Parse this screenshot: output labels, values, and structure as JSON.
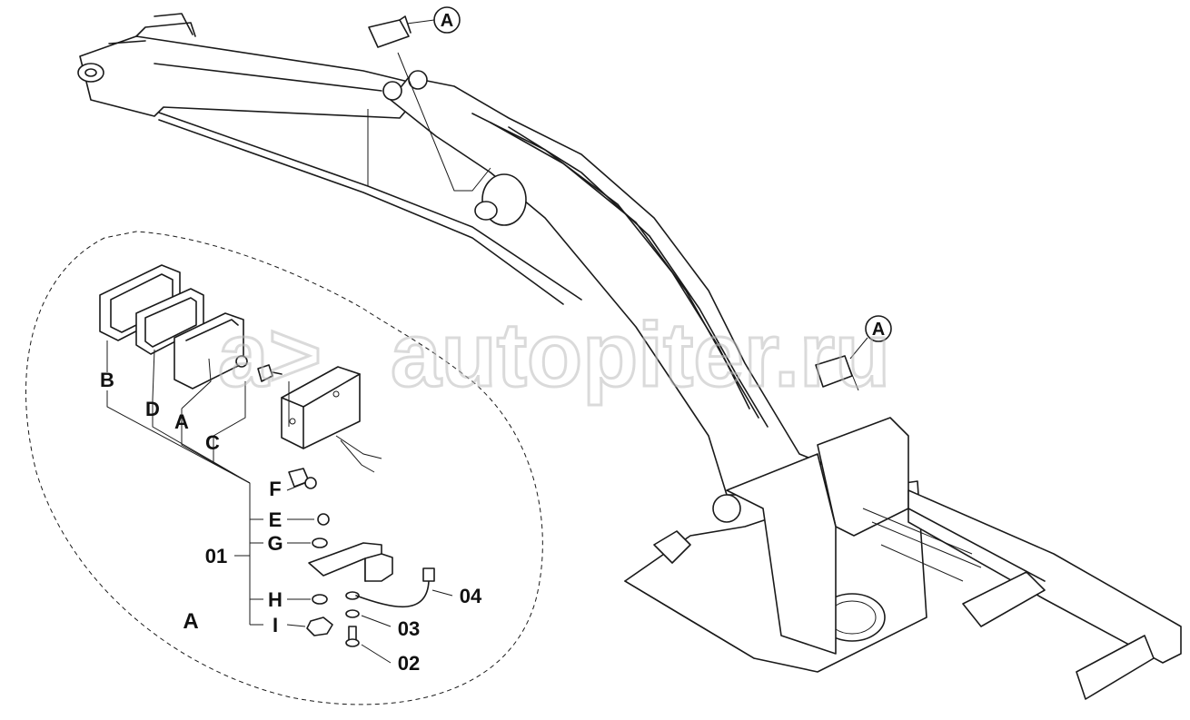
{
  "watermark": {
    "text": "autopiter.ru",
    "symbol": "a>"
  },
  "callouts": {
    "top": "A",
    "right": "A"
  },
  "detail": {
    "title": "A",
    "labels": {
      "B": "B",
      "D": "D",
      "A": "A",
      "C": "C",
      "F": "F",
      "E": "E",
      "G": "G",
      "H": "H",
      "I": "I",
      "assembly": "01",
      "p02": "02",
      "p03": "03",
      "p04": "04"
    }
  },
  "colors": {
    "line": "#1a1a1a",
    "background": "#ffffff",
    "watermark": "#c8c8c8"
  }
}
